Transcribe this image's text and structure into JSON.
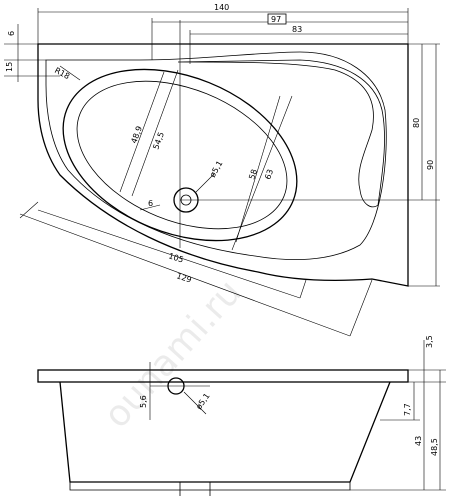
{
  "drawing": {
    "watermark": "ounami.ru",
    "top_view": {
      "width_overall": "140",
      "boxed_dimension": "97",
      "inner_width": "83",
      "rim_small": "6",
      "rim_offset": "15",
      "corner_radius": "R18",
      "ellipse_minor_outer": "54,5",
      "ellipse_minor_inner": "48,9",
      "drain_offset": "6",
      "drain_diameter": "ø5,1",
      "ellipse_major_outer": "63",
      "ellipse_major_inner": "58",
      "bottom_length": "105",
      "overall_length": "129",
      "height_inner": "80",
      "height_overall": "90"
    },
    "side_view": {
      "rim_thickness": "3,5",
      "overflow_offset": "5,6",
      "overflow_diameter": "ø5,1",
      "drain_depth": "7,7",
      "tub_depth": "43",
      "overall_height": "48,5"
    }
  }
}
